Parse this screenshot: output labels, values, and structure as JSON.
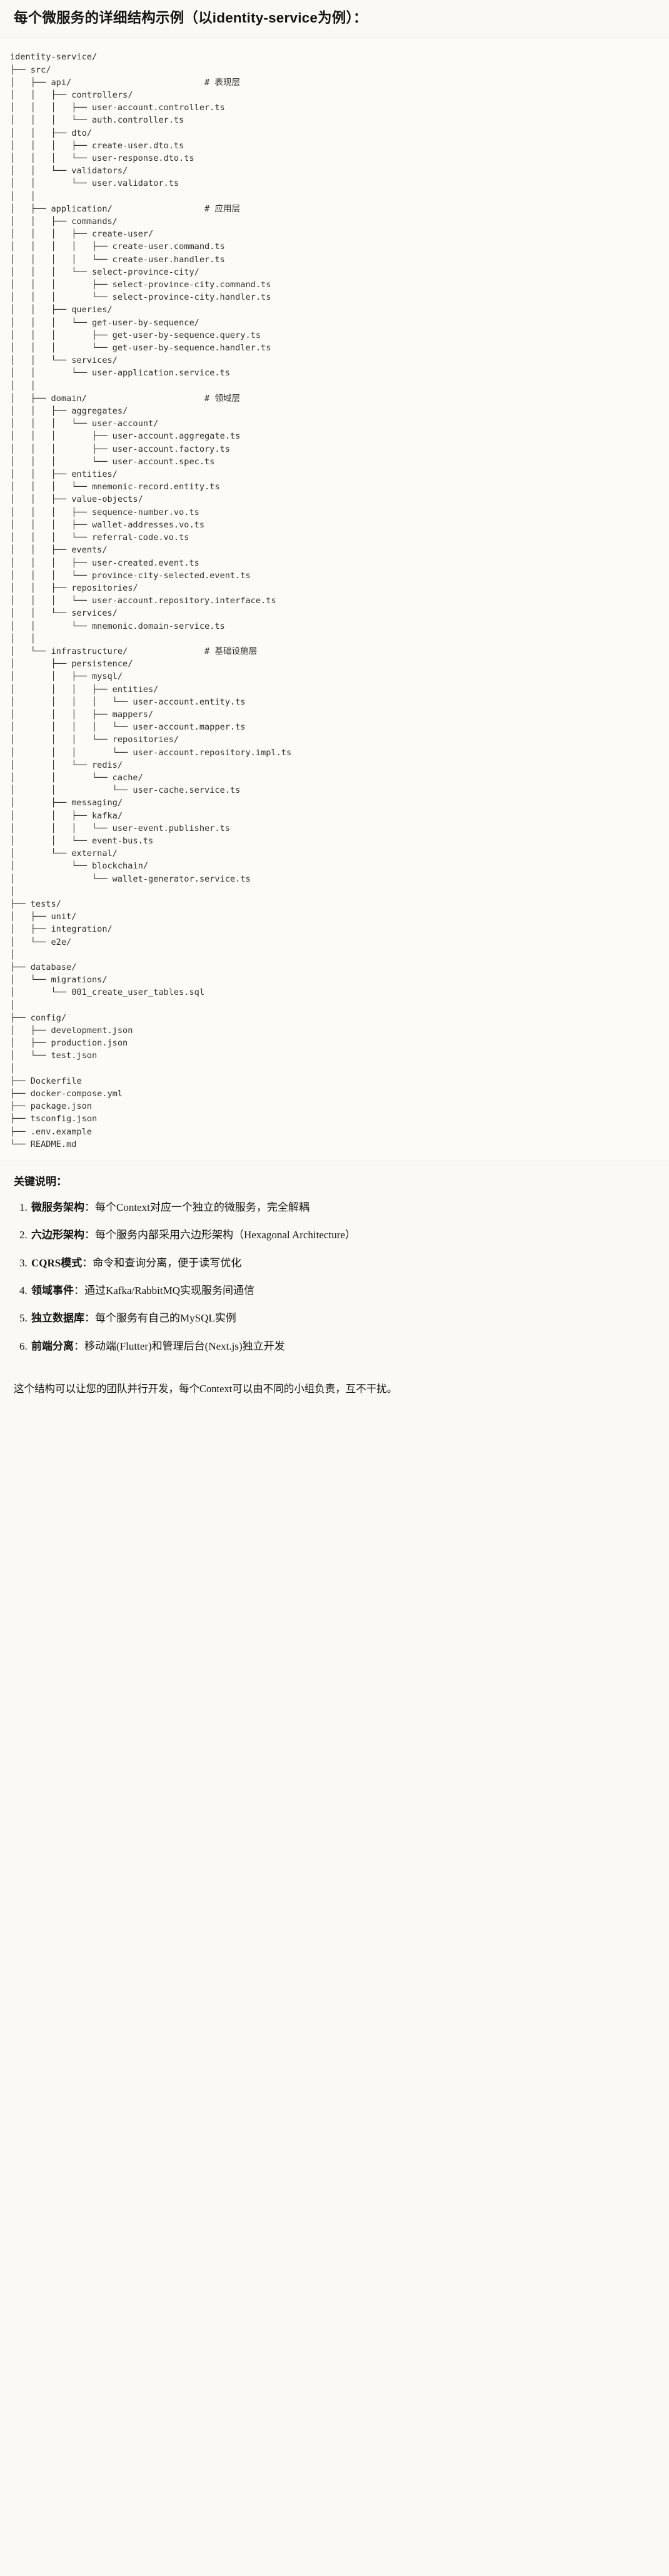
{
  "title": "每个微服务的详细结构示例（以identity-service为例）：",
  "code_block": {
    "language": "text",
    "tree": "identity-service/\n├── src/\n│   ├── api/                          # 表现层\n│   │   ├── controllers/\n│   │   │   ├── user-account.controller.ts\n│   │   │   └── auth.controller.ts\n│   │   ├── dto/\n│   │   │   ├── create-user.dto.ts\n│   │   │   └── user-response.dto.ts\n│   │   └── validators/\n│   │       └── user.validator.ts\n│   │\n│   ├── application/                  # 应用层\n│   │   ├── commands/\n│   │   │   ├── create-user/\n│   │   │   │   ├── create-user.command.ts\n│   │   │   │   └── create-user.handler.ts\n│   │   │   └── select-province-city/\n│   │   │       ├── select-province-city.command.ts\n│   │   │       └── select-province-city.handler.ts\n│   │   ├── queries/\n│   │   │   └── get-user-by-sequence/\n│   │   │       ├── get-user-by-sequence.query.ts\n│   │   │       └── get-user-by-sequence.handler.ts\n│   │   └── services/\n│   │       └── user-application.service.ts\n│   │\n│   ├── domain/                       # 领域层\n│   │   ├── aggregates/\n│   │   │   └── user-account/\n│   │   │       ├── user-account.aggregate.ts\n│   │   │       ├── user-account.factory.ts\n│   │   │       └── user-account.spec.ts\n│   │   ├── entities/\n│   │   │   └── mnemonic-record.entity.ts\n│   │   ├── value-objects/\n│   │   │   ├── sequence-number.vo.ts\n│   │   │   ├── wallet-addresses.vo.ts\n│   │   │   └── referral-code.vo.ts\n│   │   ├── events/\n│   │   │   ├── user-created.event.ts\n│   │   │   └── province-city-selected.event.ts\n│   │   ├── repositories/\n│   │   │   └── user-account.repository.interface.ts\n│   │   └── services/\n│   │       └── mnemonic.domain-service.ts\n│   │\n│   └── infrastructure/               # 基础设施层\n│       ├── persistence/\n│       │   ├── mysql/\n│       │   │   ├── entities/\n│       │   │   │   └── user-account.entity.ts\n│       │   │   ├── mappers/\n│       │   │   │   └── user-account.mapper.ts\n│       │   │   └── repositories/\n│       │   │       └── user-account.repository.impl.ts\n│       │   └── redis/\n│       │       └── cache/\n│       │           └── user-cache.service.ts\n│       ├── messaging/\n│       │   ├── kafka/\n│       │   │   └── user-event.publisher.ts\n│       │   └── event-bus.ts\n│       └── external/\n│           └── blockchain/\n│               └── wallet-generator.service.ts\n│\n├── tests/\n│   ├── unit/\n│   ├── integration/\n│   └── e2e/\n│\n├── database/\n│   └── migrations/\n│       └── 001_create_user_tables.sql\n│\n├── config/\n│   ├── development.json\n│   ├── production.json\n│   └── test.json\n│\n├── Dockerfile\n├── docker-compose.yml\n├── package.json\n├── tsconfig.json\n├── .env.example\n└── README.md"
  },
  "notes": {
    "heading": "关键说明：",
    "items": [
      {
        "term": "微服务架构",
        "desc": "：每个Context对应一个独立的微服务，完全解耦"
      },
      {
        "term": "六边形架构",
        "desc": "：每个服务内部采用六边形架构（Hexagonal Architecture）"
      },
      {
        "term": "CQRS模式",
        "desc": "：命令和查询分离，便于读写优化"
      },
      {
        "term": "领域事件",
        "desc": "：通过Kafka/RabbitMQ实现服务间通信"
      },
      {
        "term": "独立数据库",
        "desc": "：每个服务有自己的MySQL实例"
      },
      {
        "term": "前端分离",
        "desc": "：移动端(Flutter)和管理后台(Next.js)独立开发"
      }
    ],
    "closing": "这个结构可以让您的团队并行开发，每个Context可以由不同的小组负责，互不干扰。"
  },
  "colors": {
    "page_bg": "#faf9f5",
    "code_bg": "#fcfbf8",
    "text": "#141413",
    "code_text": "#2f2f2c",
    "rule": "#e8e6dc"
  }
}
